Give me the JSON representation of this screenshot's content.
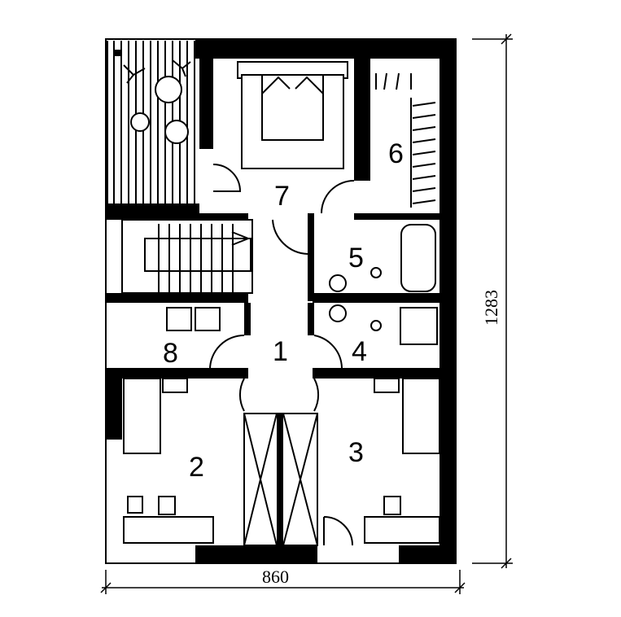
{
  "plan": {
    "rooms": [
      {
        "id": "1",
        "label": "1"
      },
      {
        "id": "2",
        "label": "2"
      },
      {
        "id": "3",
        "label": "3"
      },
      {
        "id": "4",
        "label": "4"
      },
      {
        "id": "5",
        "label": "5"
      },
      {
        "id": "6",
        "label": "6"
      },
      {
        "id": "7",
        "label": "7"
      },
      {
        "id": "8",
        "label": "8"
      }
    ],
    "dimensions": {
      "width": "860",
      "height": "1283"
    },
    "colors": {
      "wall": "#000000",
      "background": "#ffffff"
    }
  }
}
